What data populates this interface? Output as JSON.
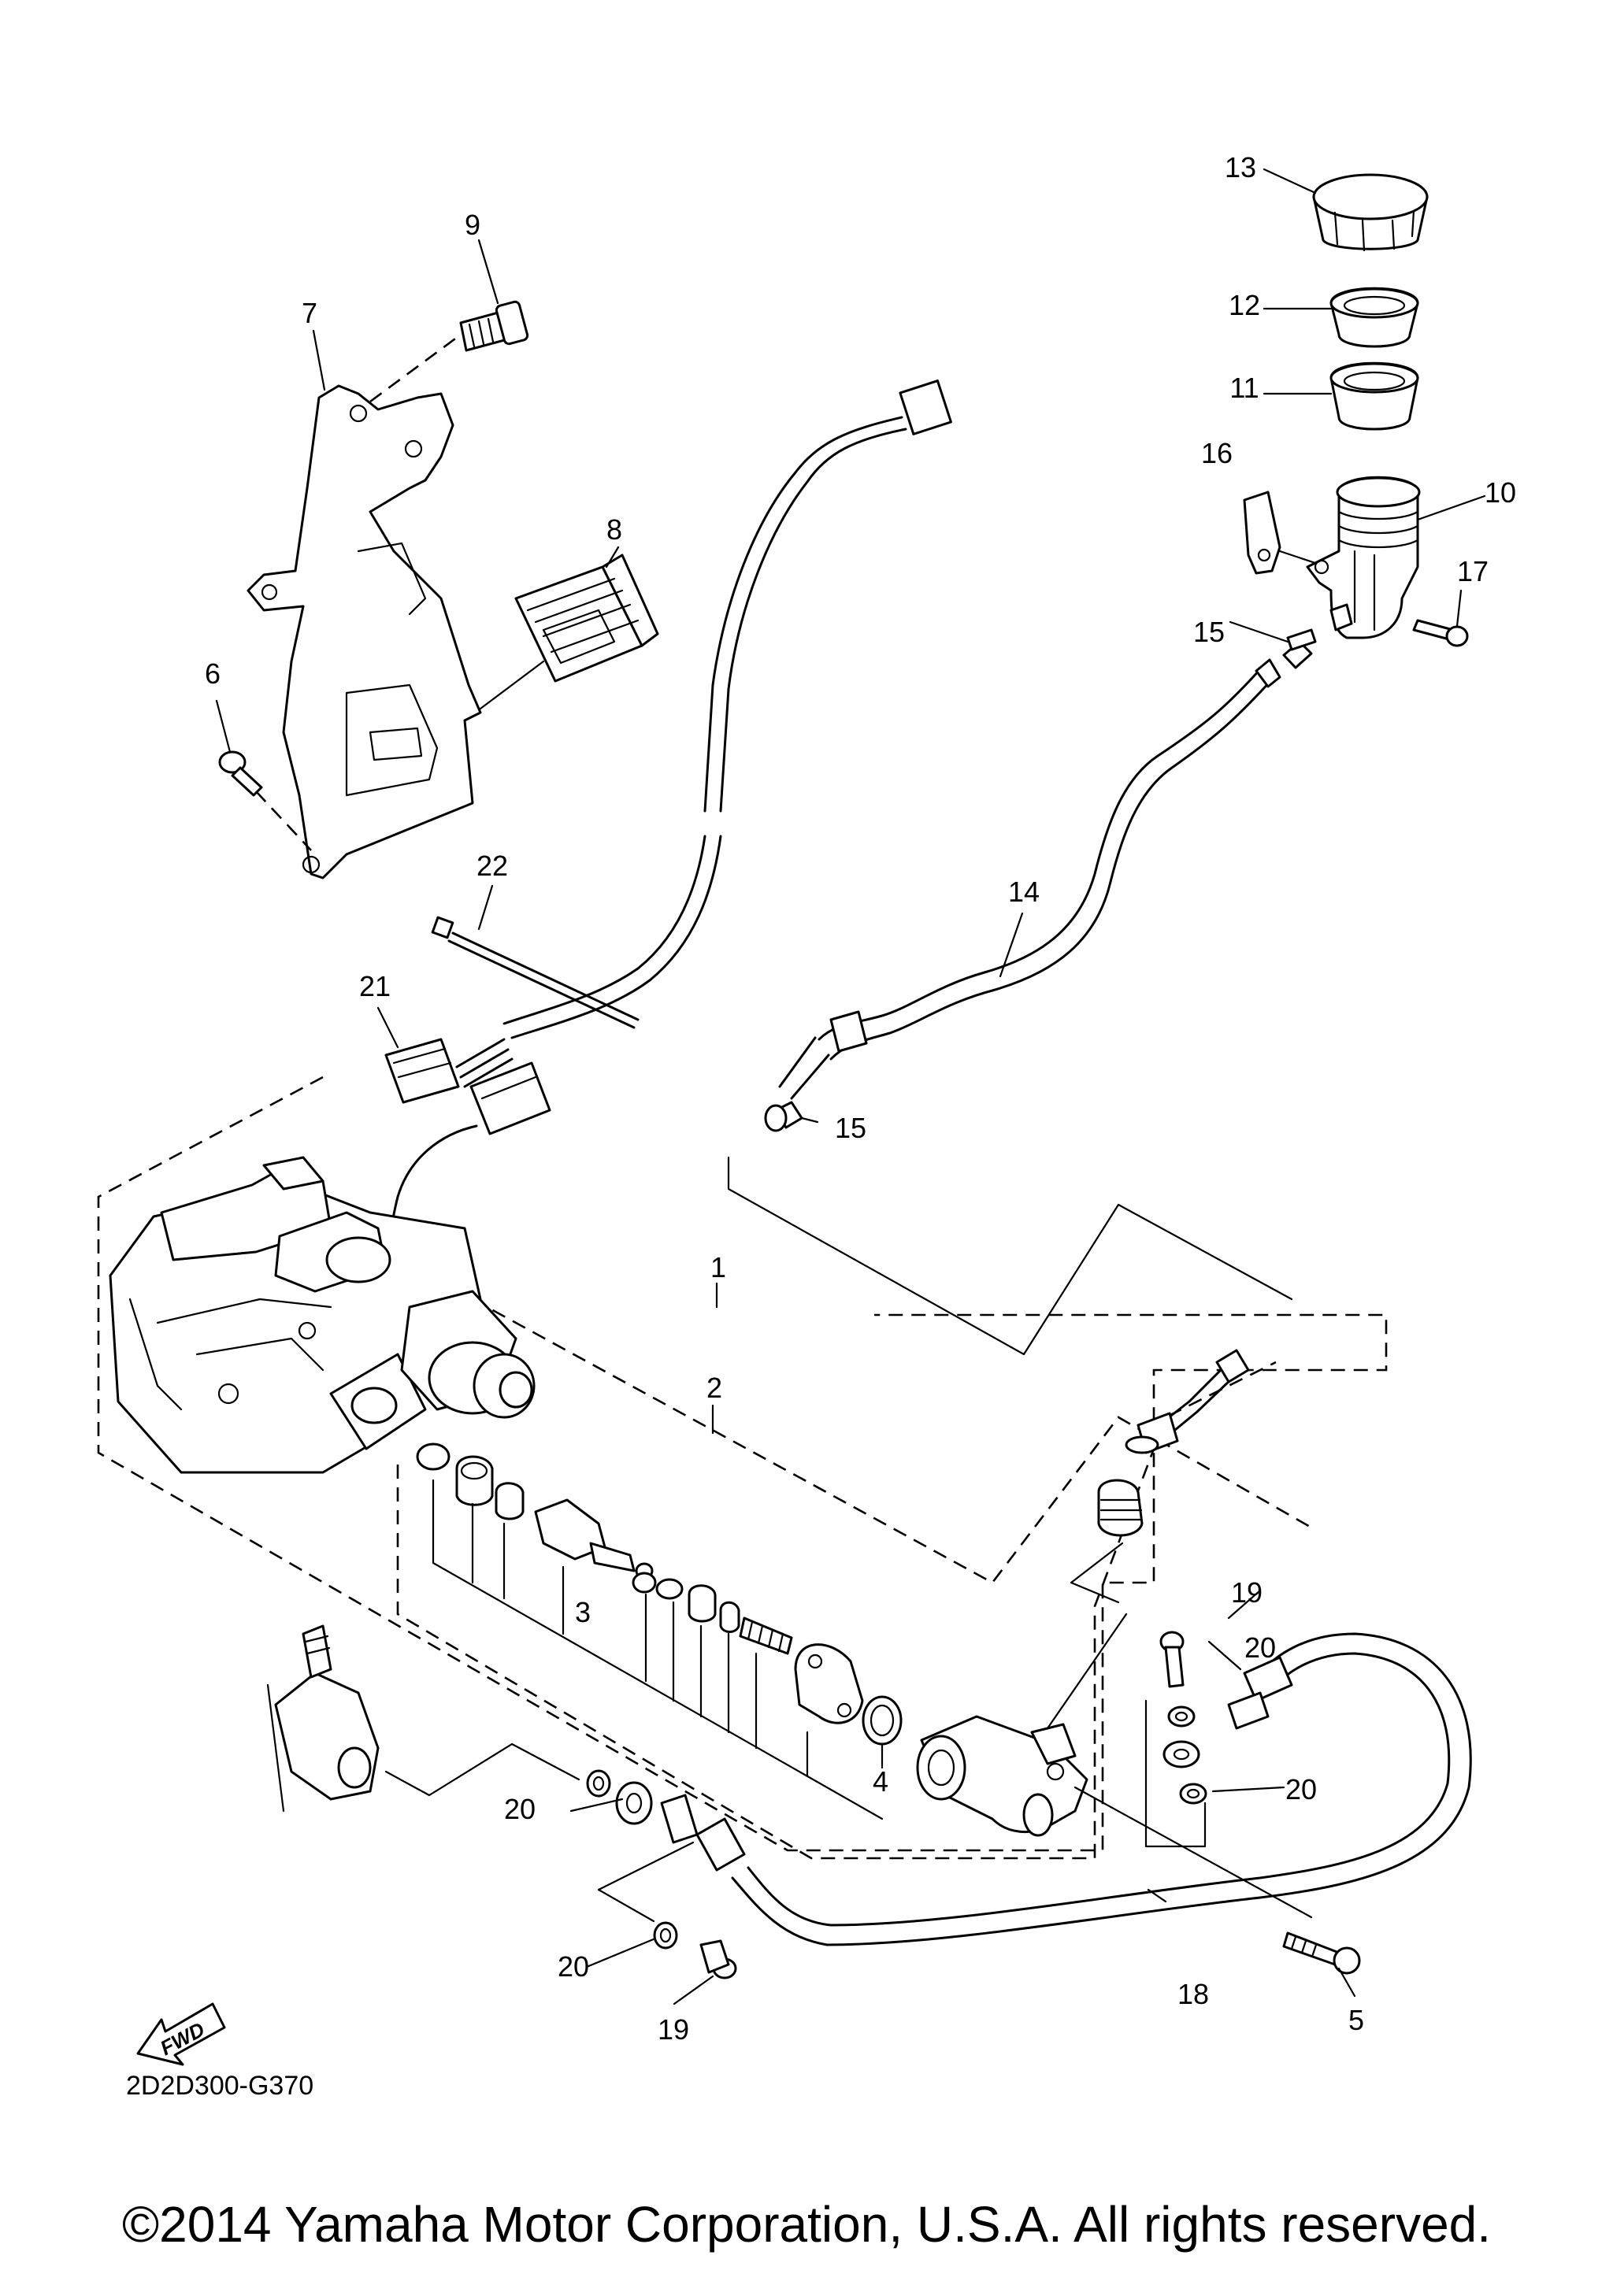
{
  "callouts": {
    "c1": "1",
    "c2": "2",
    "c3": "3",
    "c4": "4",
    "c5": "5",
    "c6": "6",
    "c7": "7",
    "c8": "8",
    "c9": "9",
    "c10": "10",
    "c11": "11",
    "c12": "12",
    "c13": "13",
    "c14": "14",
    "c15a": "15",
    "c15b": "15",
    "c16": "16",
    "c17": "17",
    "c18": "18",
    "c19a": "19",
    "c19b": "19",
    "c20a": "20",
    "c20b": "20",
    "c20c": "20",
    "c20d": "20",
    "c21": "21",
    "c22": "22"
  },
  "fwd_label": "FWD",
  "diagram_code": "2D2D300-G370",
  "copyright": "©2014 Yamaha Motor Corporation, U.S.A. All rights reserved."
}
